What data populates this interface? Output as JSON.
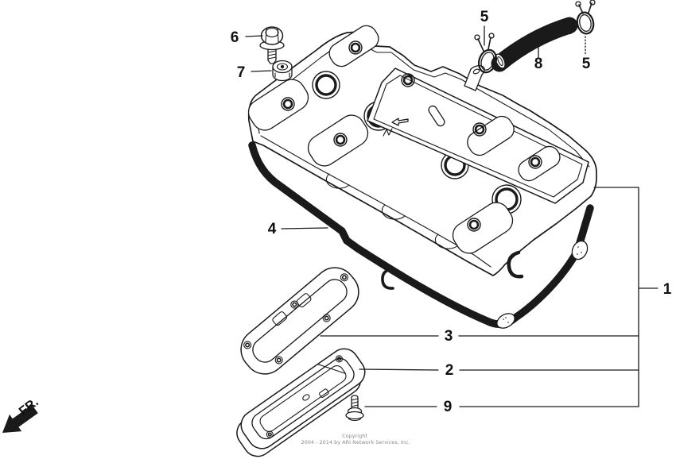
{
  "diagram": {
    "background_color": "#ffffff",
    "line_color": "#1a1a1a",
    "fr_label": "FR.",
    "callouts": {
      "n1": "1",
      "n2": "2",
      "n3": "3",
      "n4": "4",
      "n5a": "5",
      "n5b": "5",
      "n6": "6",
      "n7": "7",
      "n8": "8",
      "n9": "9"
    },
    "copyright": {
      "line1": "Copyright",
      "line2": "2004 - 2014 by ARI Network Services, Inc.",
      "text_color": "#8c8c8c"
    }
  }
}
